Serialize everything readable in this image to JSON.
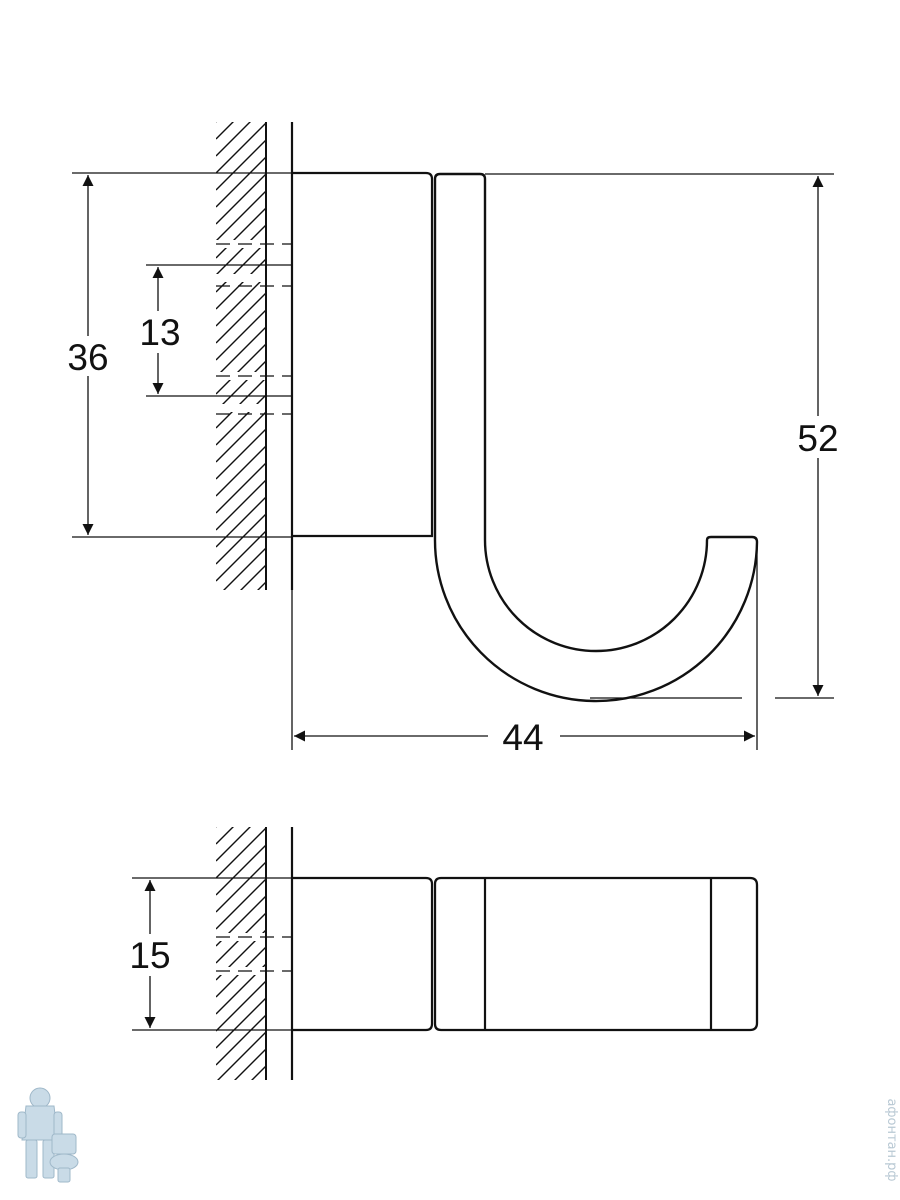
{
  "dimensions": {
    "mount_height": "36",
    "screw_spacing": "13",
    "total_height": "52",
    "total_depth": "44",
    "width": "15"
  },
  "watermark": {
    "text": "афонтан.рф"
  },
  "colors": {
    "line": "#111111",
    "background": "#ffffff",
    "watermark": "#b9c9d4"
  }
}
